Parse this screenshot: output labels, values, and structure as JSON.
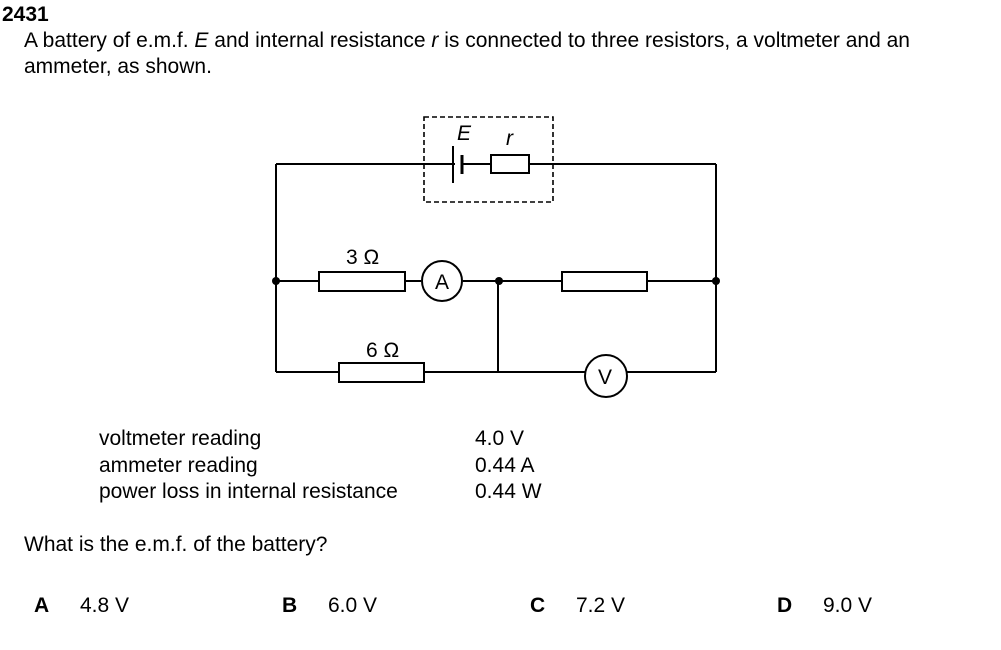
{
  "question_number": "2431",
  "stem": {
    "part1": "A battery of e.m.f. ",
    "E": "E",
    "part2": " and internal resistance ",
    "r": "r",
    "part3": " is connected to three resistors, a voltmeter and an ammeter, as shown."
  },
  "circuit": {
    "battery_label": "E",
    "internal_resistance_label": "r",
    "resistor_top_label": "3 Ω",
    "resistor_bottom_label": "6 Ω",
    "ammeter_symbol": "A",
    "voltmeter_symbol": "V"
  },
  "readings": [
    {
      "label": "voltmeter reading",
      "value": "4.0 V"
    },
    {
      "label": "ammeter reading",
      "value": "0.44 A"
    },
    {
      "label": "power loss in internal resistance",
      "value": "0.44 W"
    }
  ],
  "question": "What is the e.m.f. of the battery?",
  "options": [
    {
      "letter": "A",
      "text": "4.8 V"
    },
    {
      "letter": "B",
      "text": "6.0 V"
    },
    {
      "letter": "C",
      "text": "7.2 V"
    },
    {
      "letter": "D",
      "text": "9.0 V"
    }
  ]
}
